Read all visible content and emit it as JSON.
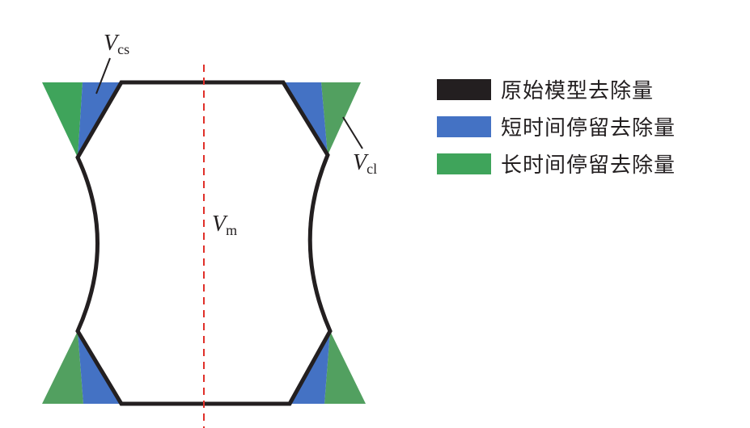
{
  "colors": {
    "outline": "#231f20",
    "short_dwell": "#4472c4",
    "long_dwell": "#3fa45b",
    "long_dwell_right": "#52a060",
    "axis": "#e0302a"
  },
  "labels": {
    "vcs": {
      "main": "V",
      "sub": "cs"
    },
    "vcl": {
      "main": "V",
      "sub": "cl"
    },
    "vm": {
      "main": "V",
      "sub": "m"
    }
  },
  "legend": {
    "items": [
      {
        "label": "原始模型去除量",
        "color": "#231f20"
      },
      {
        "label": "短时间停留去除量",
        "color": "#4472c4"
      },
      {
        "label": "长时间停留去除量",
        "color": "#3fa45b"
      }
    ]
  }
}
